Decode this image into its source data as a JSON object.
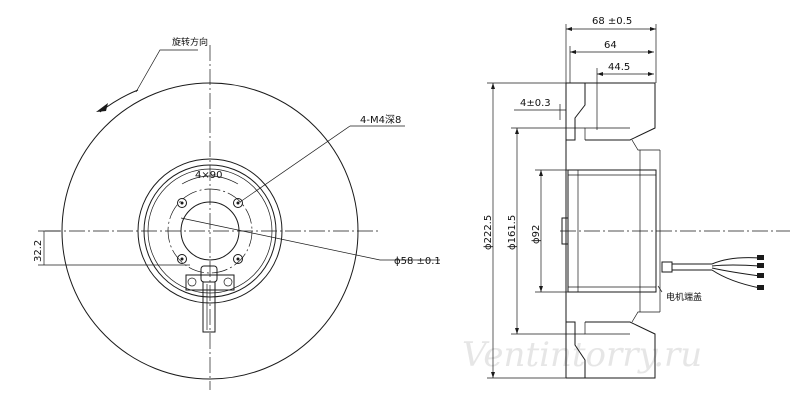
{
  "front_view": {
    "rotation_label": "旋转方向",
    "hole_callout": "4-M4深8",
    "pcd_label": "4×90",
    "offset_dim": "32.2",
    "bore_dim": "ϕ58 ±0.1"
  },
  "side_view": {
    "overall_width": "68 ±0.5",
    "width_64": "64",
    "width_44": "44.5",
    "flange_thk": "4±0.3",
    "dia_outer": "ϕ222.5",
    "dia_inlet": "ϕ161.5",
    "dia_motor": "ϕ92",
    "motor_terminal": "电机端盖"
  },
  "watermark": "Ventintorry.ru"
}
